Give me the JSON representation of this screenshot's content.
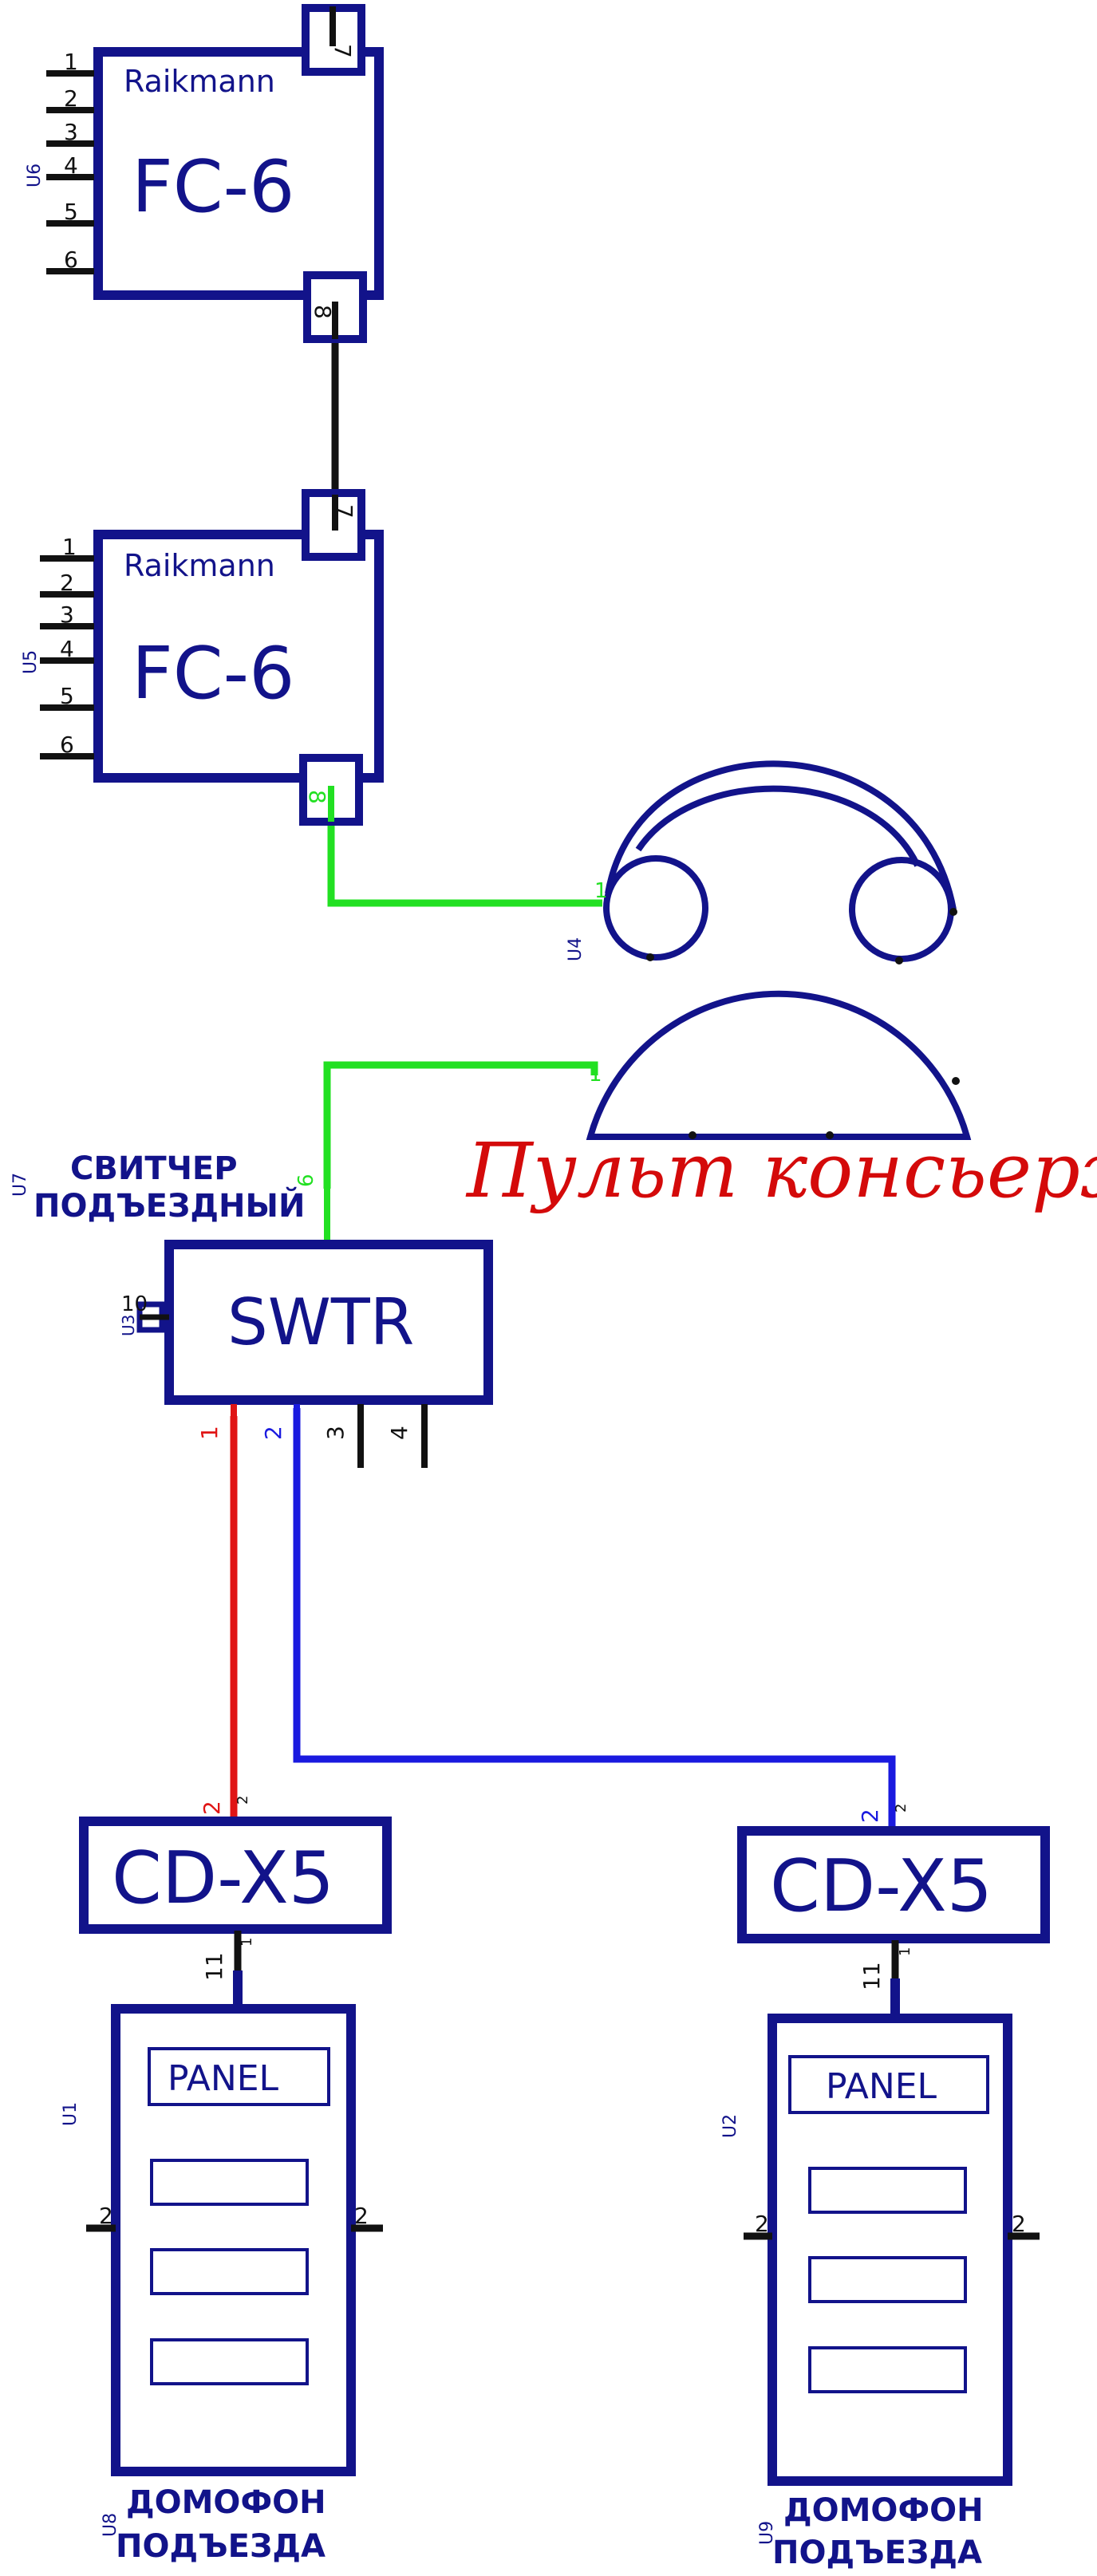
{
  "fc6_u6": {
    "ref": "U6",
    "brand": "Raikmann",
    "model": "FC-6",
    "left_pins": [
      "1",
      "2",
      "3",
      "4",
      "5",
      "6"
    ],
    "top_pin": "7",
    "bottom_pin": "8"
  },
  "fc6_u5": {
    "ref": "U5",
    "brand": "Raikmann",
    "model": "FC-6",
    "left_pins": [
      "1",
      "2",
      "3",
      "4",
      "5",
      "6"
    ],
    "top_pin": "7",
    "bottom_pin": "8"
  },
  "concierge": {
    "ref": "U4",
    "label": "Пульт консьержа",
    "pin_left_upper": "1",
    "pin_left_lower": "1"
  },
  "switcher": {
    "ref": "U7",
    "ref_side": "U3",
    "title_line1": "СВИТЧЕР",
    "title_line2": "ПОДЪЕЗДНЫЙ",
    "model": "SWTR",
    "pin_top": "6",
    "pin_side": "10",
    "pins_bottom": [
      "1",
      "2",
      "3",
      "4"
    ]
  },
  "cdx5_left": {
    "model": "CD-X5",
    "pin_top": "2",
    "pin_top_small": "2",
    "pin_bottom": "11",
    "pin_bottom_small": "1"
  },
  "cdx5_right": {
    "model": "CD-X5",
    "pin_top": "2",
    "pin_top_small": "2",
    "pin_bottom": "11",
    "pin_bottom_small": "1"
  },
  "panel_u1": {
    "ref": "U1",
    "ref_label": "U8",
    "title": "PANEL",
    "pin_left": "2",
    "pin_right": "2",
    "caption_line1": "ДОМОФОН",
    "caption_line2": "ПОДЪЕЗДА"
  },
  "panel_u2": {
    "ref": "U2",
    "ref_label": "U9",
    "title": "PANEL",
    "pin_left": "2",
    "pin_right": "2",
    "caption_line1": "ДОМОФОН",
    "caption_line2": "ПОДЪЕЗДА"
  },
  "colors": {
    "component": "#12138a",
    "wire_black": "#111111",
    "wire_green": "#22e022",
    "wire_red": "#e01515",
    "wire_blue": "#1a1adf",
    "title_red": "#d40a0a"
  }
}
